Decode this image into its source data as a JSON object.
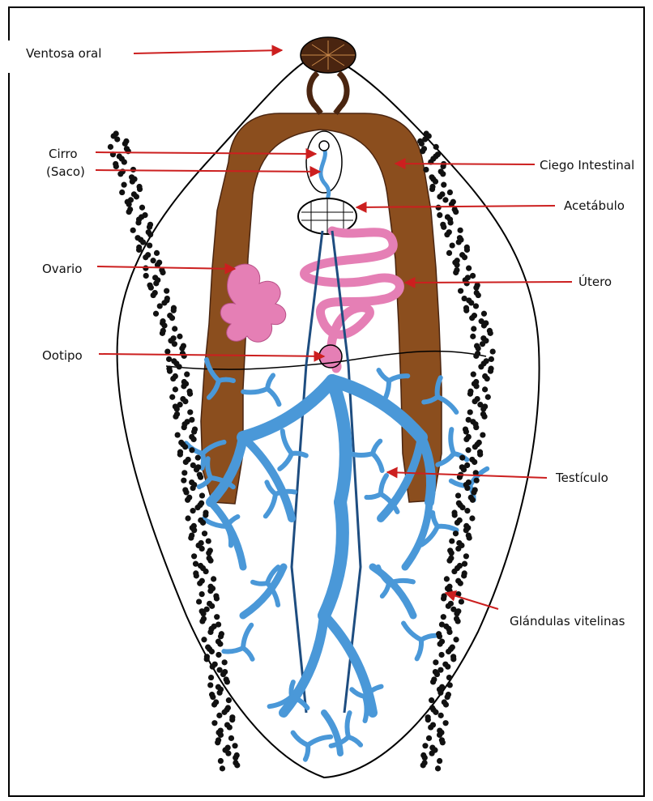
{
  "labels": {
    "ventosa_oral": "Ventosa oral",
    "cirro": "Cirro",
    "saco": "(Saco)",
    "ovario": "Ovario",
    "ootipo": "Ootipo",
    "ciego": "Ciego Intestinal",
    "acetabulo": "Acetábulo",
    "utero": "Útero",
    "testiculo": "Testículo",
    "glandulas": "Glándulas vitelinas"
  },
  "colors": {
    "outline": "#000000",
    "intestine": "#8b4e1e",
    "sucker": "#4a2510",
    "testis": "#4a98d8",
    "uterus": "#e57fb5",
    "vitelline": "#111111",
    "arrow": "#cc1f1f"
  }
}
